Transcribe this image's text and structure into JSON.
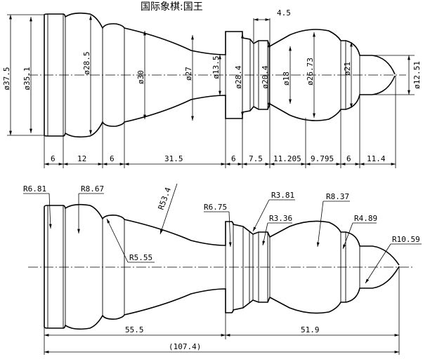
{
  "title": "国际象棋:国王",
  "top_view": {
    "diameters": [
      "ø37.5",
      "ø35.1",
      "ø28.5",
      "ø30",
      "ø27",
      "ø13.5",
      "ø28.4",
      "ø20.4",
      "ø18",
      "ø26.73",
      "ø21",
      "ø12.51"
    ],
    "top_dim": "4.5",
    "lengths": [
      "6",
      "12",
      "6",
      "31.5",
      "6",
      "7.5",
      "11.205",
      "9.795",
      "6",
      "11.4"
    ]
  },
  "bottom_view": {
    "radii": [
      "R6.81",
      "R8.67",
      "R53.4",
      "R5.55",
      "R6.75",
      "R3.81",
      "R3.36",
      "R8.37",
      "R4.89",
      "R10.59"
    ],
    "lengths": [
      "55.5",
      "51.9"
    ],
    "total": "(107.4)"
  },
  "colors": {
    "line": "#000000",
    "background": "#ffffff"
  }
}
